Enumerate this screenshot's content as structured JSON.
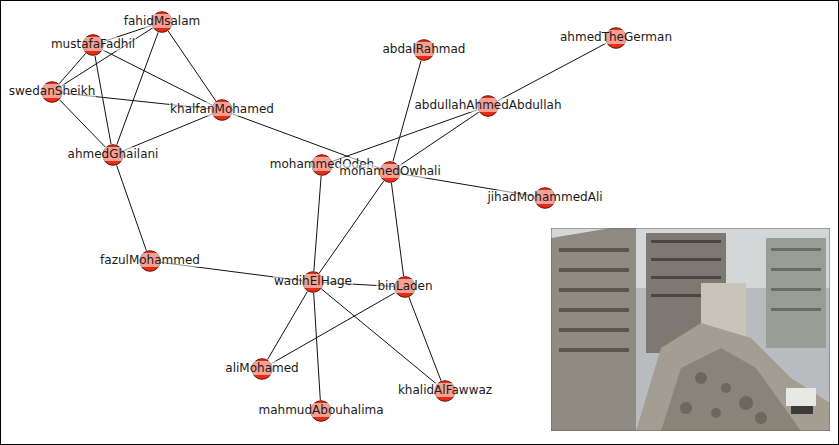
{
  "diagram": {
    "nodes": [
      {
        "text": [
          "mustafaFadhil"
        ]
      },
      {
        "text": [
          "fahidMsalam"
        ]
      },
      {
        "text": [
          "swedanSheikh"
        ]
      },
      {
        "text": [
          "khalfanMohamed"
        ]
      },
      {
        "text": [
          "ahmedGhailani"
        ]
      },
      {
        "text": [
          "abdalRahmad"
        ]
      },
      {
        "text": [
          "ahmedTheGerman"
        ]
      },
      {
        "text": [
          "abdullahAhmedAbdullah"
        ]
      },
      {
        "text": [
          "mohammedOdeh"
        ]
      },
      {
        "text": [
          "mohamedOwhali"
        ]
      },
      {
        "text": [
          "jihadMohammedAli"
        ]
      },
      {
        "text": [
          "fazulMohammed"
        ]
      },
      {
        "text": [
          "wadihElHage"
        ]
      },
      {
        "text": [
          "binLaden"
        ]
      },
      {
        "text": [
          "aliMohamed"
        ]
      },
      {
        "text": [
          "khalidAlFawwaz"
        ]
      },
      {
        "text": [
          "mahmudAbouhalima"
        ]
      }
    ],
    "edges": [
      {
        "from": 0,
        "to": 1,
        "arrow": "none"
      },
      {
        "from": 0,
        "to": 2,
        "arrow": "none"
      },
      {
        "from": 0,
        "to": 4,
        "arrow": "none"
      },
      {
        "from": 0,
        "to": 3,
        "arrow": "none"
      },
      {
        "from": 1,
        "to": 2,
        "arrow": "none"
      },
      {
        "from": 1,
        "to": 4,
        "arrow": "none"
      },
      {
        "from": 1,
        "to": 3,
        "arrow": "none"
      },
      {
        "from": 2,
        "to": 4,
        "arrow": "none"
      },
      {
        "from": 2,
        "to": 3,
        "arrow": "none"
      },
      {
        "from": 4,
        "to": 3,
        "arrow": "none"
      },
      {
        "from": 3,
        "to": 9,
        "arrow": "none"
      },
      {
        "from": 4,
        "to": 11,
        "arrow": "none"
      },
      {
        "from": 11,
        "to": 12,
        "arrow": "none"
      },
      {
        "from": 5,
        "to": 9,
        "arrow": "none"
      },
      {
        "from": 7,
        "to": 6,
        "arrow": "none"
      },
      {
        "from": 7,
        "to": 8,
        "arrow": "none"
      },
      {
        "from": 7,
        "to": 9,
        "arrow": "none"
      },
      {
        "from": 9,
        "to": 10,
        "arrow": "none"
      },
      {
        "from": 8,
        "to": 12,
        "arrow": "none"
      },
      {
        "from": 9,
        "to": 12,
        "arrow": "none"
      },
      {
        "from": 9,
        "to": 13,
        "arrow": "none"
      },
      {
        "from": 12,
        "to": 13,
        "arrow": "none"
      },
      {
        "from": 12,
        "to": 14,
        "arrow": "none"
      },
      {
        "from": 12,
        "to": 16,
        "arrow": "none"
      },
      {
        "from": 12,
        "to": 15,
        "arrow": "none"
      },
      {
        "from": 13,
        "to": 14,
        "arrow": "none"
      },
      {
        "from": 13,
        "to": 15,
        "arrow": "none"
      }
    ]
  }
}
